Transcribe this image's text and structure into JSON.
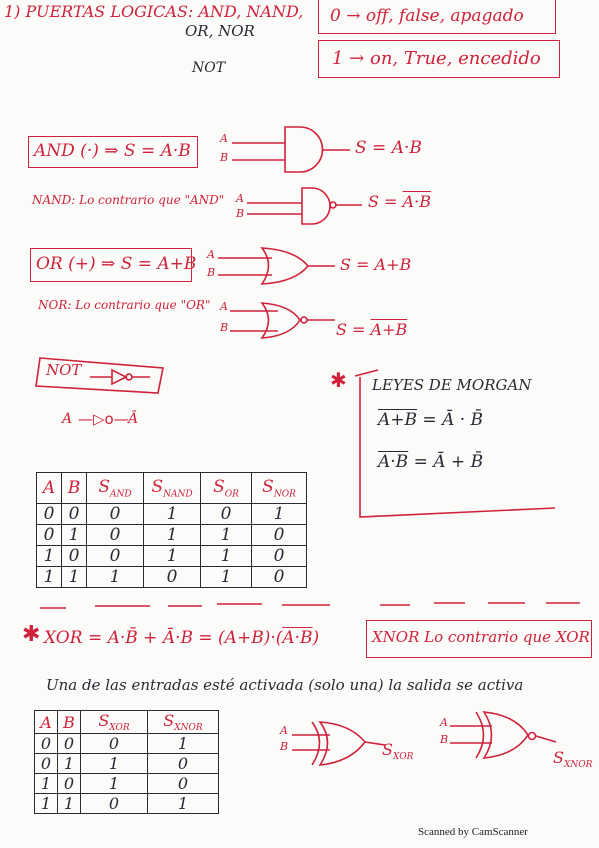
{
  "header": {
    "title": "1) PUERTAS LOGICAS: AND, NAND,",
    "line2": "OR, NOR",
    "line3": "NOT",
    "box_zero": "0 → off, false, apagado",
    "box_one": "1 → on, True, encedido"
  },
  "gates": {
    "and_def": "AND (·) ⇒ S = A·B",
    "and_out": "S = A·B",
    "nand_def": "NAND: Lo contrario que \"AND\"",
    "nand_out_prefix": "S = ",
    "nand_out_over": "A·B",
    "or_def": "OR (+) ⇒ S = A+B",
    "or_out": "S = A+B",
    "nor_def": "NOR: Lo contrario que \"OR\"",
    "nor_out_prefix": "S = ",
    "nor_out_over": "A+B",
    "not_def": "NOT",
    "not_example_in": "A",
    "not_example_out": "Ā",
    "input_a": "A",
    "input_b": "B"
  },
  "demorgan": {
    "title": "LEYES DE MORGAN",
    "law1_lhs": "A+B",
    "law1_rhs": " = Ā · B̄",
    "law2_lhs": "A·B",
    "law2_rhs": " = Ā + B̄"
  },
  "truth_table_1": {
    "headers": [
      "A",
      "B",
      "S",
      "S",
      "S",
      "S"
    ],
    "header_subs": [
      "",
      "",
      "AND",
      "NAND",
      "OR",
      "NOR"
    ],
    "rows": [
      [
        "0",
        "0",
        "0",
        "1",
        "0",
        "1"
      ],
      [
        "0",
        "1",
        "0",
        "1",
        "1",
        "0"
      ],
      [
        "1",
        "0",
        "0",
        "1",
        "1",
        "0"
      ],
      [
        "1",
        "1",
        "1",
        "0",
        "1",
        "0"
      ]
    ]
  },
  "xor": {
    "formula": "XOR = A·B̄ + Ā·B = (A+B)·(",
    "formula_over": "A·B",
    "formula_end": ")",
    "xnor_def": "XNOR Lo contrario que XOR",
    "description": "Una de las entradas esté activada (solo una) la salida se activa",
    "description_highlight": "solo una",
    "out_xor": "S",
    "out_xor_sub": "XOR",
    "out_xnor": "S",
    "out_xnor_sub": "XNOR"
  },
  "truth_table_2": {
    "headers": [
      "A",
      "B",
      "S",
      "S"
    ],
    "header_subs": [
      "",
      "",
      "XOR",
      "XNOR"
    ],
    "rows": [
      [
        "0",
        "0",
        "0",
        "1"
      ],
      [
        "0",
        "1",
        "1",
        "0"
      ],
      [
        "1",
        "0",
        "1",
        "0"
      ],
      [
        "1",
        "1",
        "0",
        "1"
      ]
    ]
  },
  "footer": "Scanned by CamScanner",
  "colors": {
    "ink": "#2a2a35",
    "red": "#d0223a",
    "paper": "#fbfbf9"
  }
}
